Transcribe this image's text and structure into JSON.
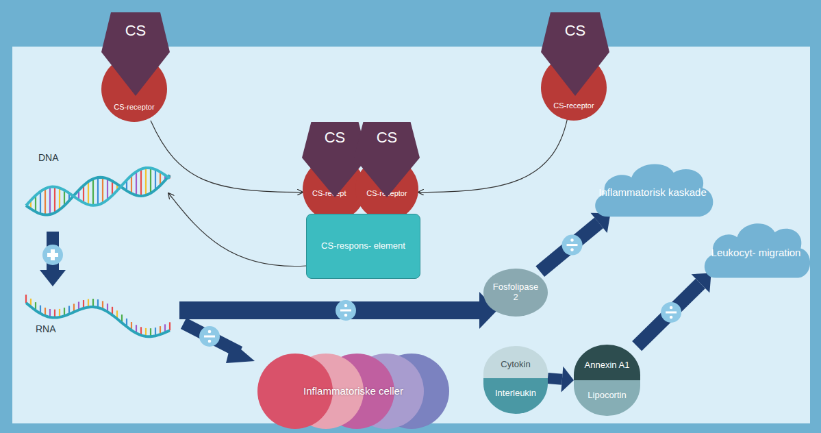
{
  "diagram": {
    "nodes": [
      {
        "text": [
          "CS"
        ]
      },
      {
        "text": [
          "CS-receptor"
        ]
      },
      {
        "text": [
          "CS"
        ]
      },
      {
        "text": [
          "CS-receptor"
        ]
      },
      {
        "text": [
          "CS"
        ]
      },
      {
        "text": [
          "CS"
        ]
      },
      {
        "text": [
          "CS-recept"
        ]
      },
      {
        "text": [
          "CS-receptor"
        ]
      },
      {
        "text": [
          "CS-respons- element"
        ]
      },
      {
        "text": [
          "Inflammatorisk kaskade"
        ]
      },
      {
        "text": [
          "Leukocyt- migration"
        ]
      },
      {
        "text": [
          "Fosfolipase 2"
        ]
      },
      {
        "text": [
          "Cytokin"
        ]
      },
      {
        "text": [
          "Interleukin"
        ]
      },
      {
        "text": [
          "Annexin A1"
        ]
      },
      {
        "text": [
          "Lipocortin"
        ]
      },
      {
        "text": [
          "Inflammatoriske celler"
        ]
      }
    ],
    "edges": [
      {
        "from": 1,
        "to": 6,
        "arrow": "to"
      },
      {
        "from": 3,
        "to": 7,
        "arrow": "to"
      },
      {
        "from": 11,
        "to": 9,
        "arrow": "to"
      },
      {
        "from": 12,
        "to": 14,
        "arrow": "to"
      },
      {
        "from": 14,
        "to": 10,
        "arrow": "to"
      }
    ],
    "labels": [
      "DNA",
      "RNA"
    ]
  }
}
